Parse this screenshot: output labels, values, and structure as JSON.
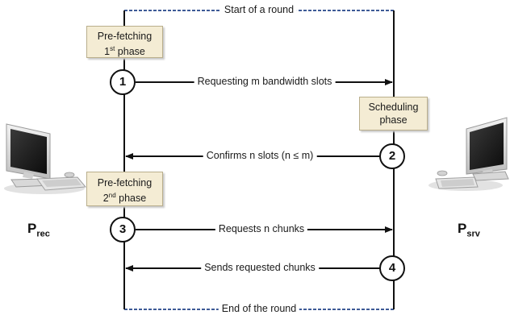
{
  "top_label": "Start of a round",
  "bottom_label": "End of the round",
  "boxes": {
    "prefetch1": {
      "line1": "Pre-fetching",
      "num": "1",
      "sup": "st",
      "rest": " phase"
    },
    "prefetch2": {
      "line1": "Pre-fetching",
      "num": "2",
      "sup": "nd",
      "rest": " phase"
    },
    "scheduling": {
      "line1": "Scheduling",
      "line2": "phase"
    }
  },
  "steps": [
    {
      "num": "1",
      "label": "Requesting m bandwidth slots"
    },
    {
      "num": "2",
      "label": "Confirms n slots (n ≤ m)"
    },
    {
      "num": "3",
      "label": "Requests n chunks"
    },
    {
      "num": "4",
      "label": "Sends requested chunks"
    }
  ],
  "peers": {
    "left": {
      "main": "P",
      "sub": "rec"
    },
    "right": {
      "main": "P",
      "sub": "srv"
    }
  }
}
